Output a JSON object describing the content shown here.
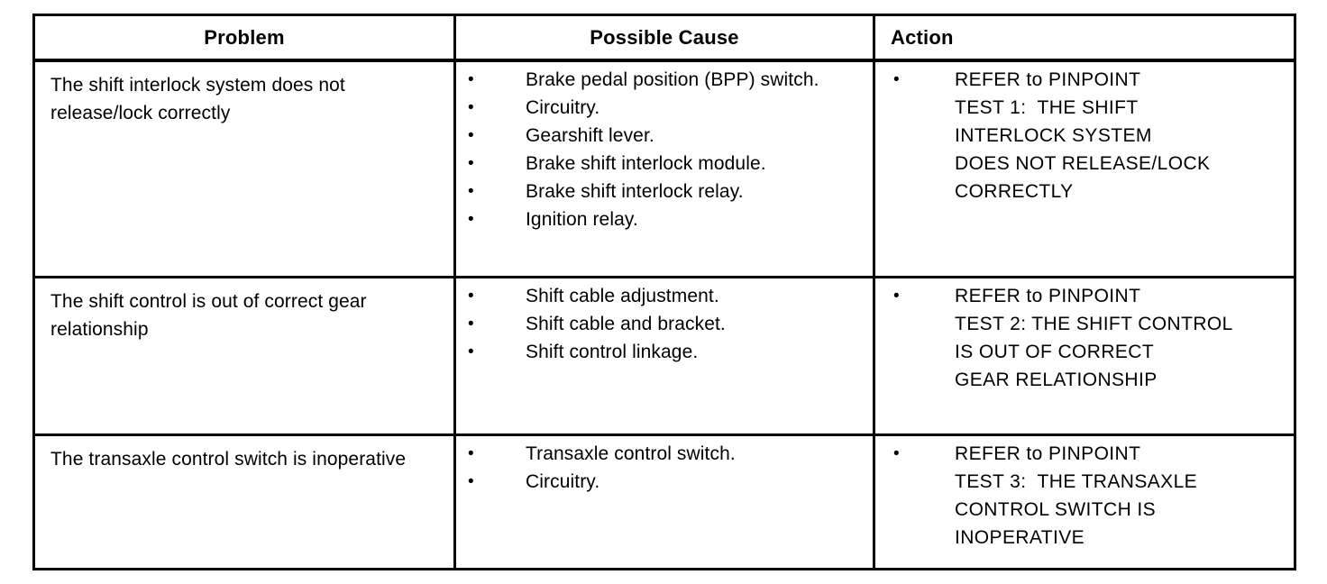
{
  "table": {
    "headers": [
      {
        "label": "Problem",
        "align": "center"
      },
      {
        "label": "Possible Cause",
        "align": "center"
      },
      {
        "label": "Action",
        "align": "left"
      }
    ],
    "rows": [
      {
        "problem": "The shift interlock system does not release/lock correctly",
        "causes": [
          "Brake pedal position (BPP) switch.",
          "Circuitry.",
          "Gearshift lever.",
          "Brake shift interlock module.",
          "Brake shift interlock relay.",
          "Ignition relay."
        ],
        "actions": [
          {
            "lines": [
              "REFER to PINPOINT",
              "TEST 1:  THE SHIFT",
              "INTERLOCK SYSTEM",
              "DOES NOT RELEASE/LOCK",
              "CORRECTLY"
            ]
          }
        ]
      },
      {
        "problem": "The shift control is out of correct gear relationship",
        "causes": [
          "Shift cable adjustment.",
          "Shift cable and bracket.",
          "Shift control linkage."
        ],
        "actions": [
          {
            "lines": [
              "REFER to PINPOINT",
              "TEST 2: THE SHIFT CONTROL",
              "IS OUT OF CORRECT",
              "GEAR RELATIONSHIP"
            ]
          }
        ]
      },
      {
        "problem": "The transaxle control switch is inoperative",
        "causes": [
          "Transaxle control switch.",
          "Circuitry."
        ],
        "actions": [
          {
            "lines": [
              "REFER to PINPOINT",
              "TEST 3:  THE TRANSAXLE",
              "CONTROL SWITCH IS",
              "INOPERATIVE"
            ]
          }
        ]
      }
    ],
    "bullet_glyph": "•",
    "border_color": "#000000",
    "text_color": "#000000",
    "background_color": "#ffffff"
  }
}
